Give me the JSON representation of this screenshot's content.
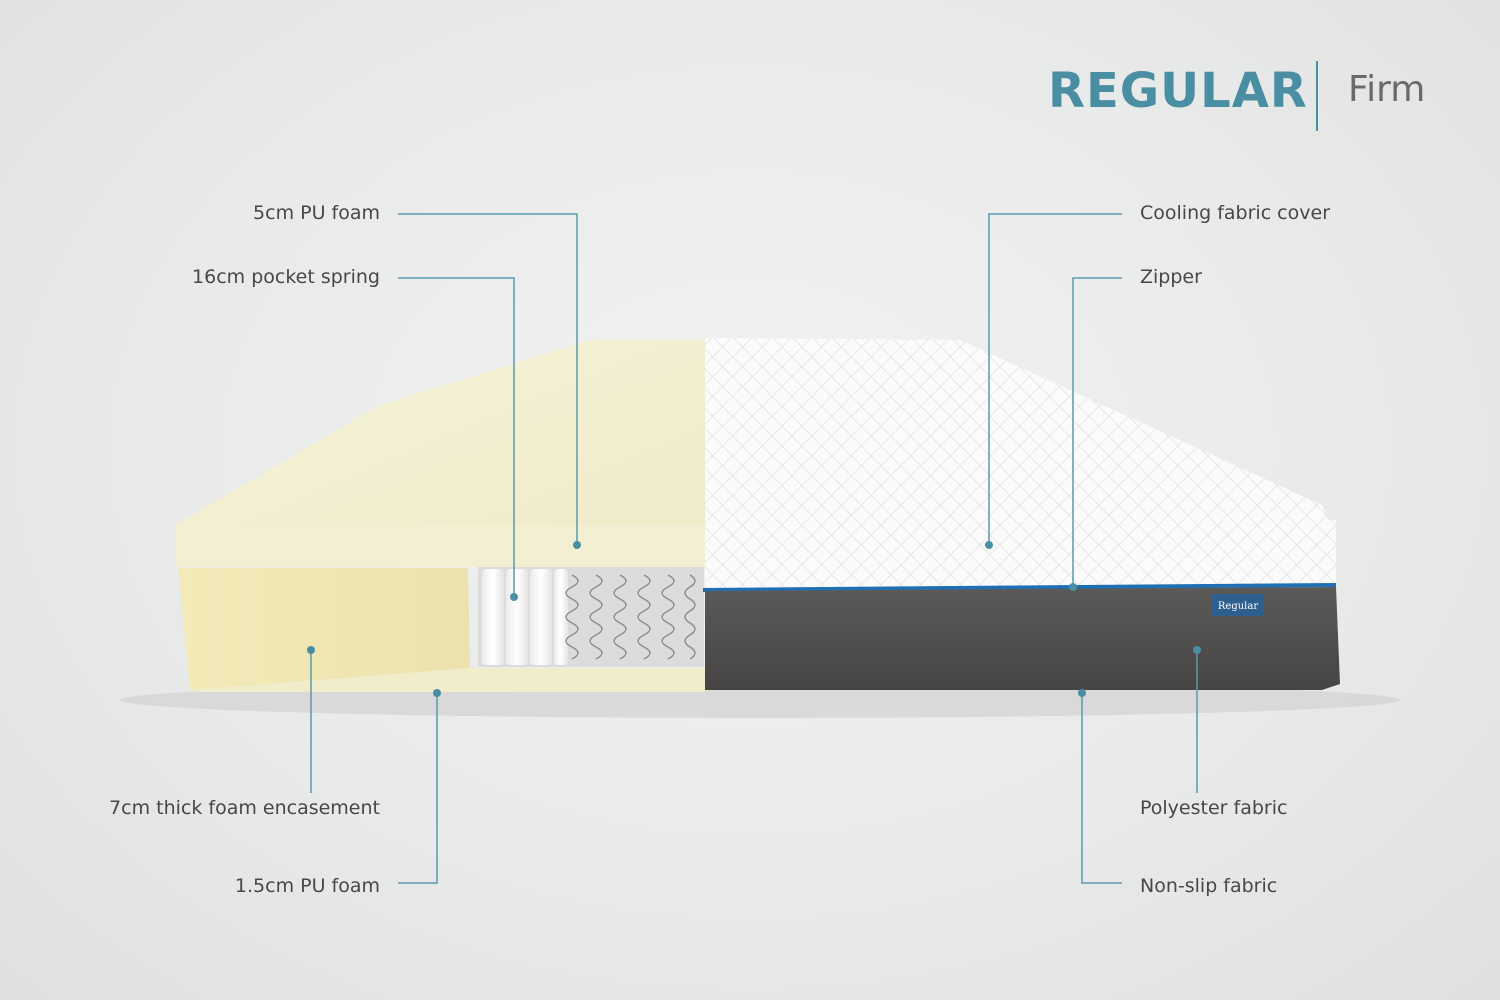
{
  "title": {
    "main": "REGULAR",
    "sub": "Firm"
  },
  "colors": {
    "accent": "#4a8ea3",
    "leader": "#5b9aac",
    "foam_top": "#f5f2d9",
    "foam_side": "#efe9c0",
    "cover": "#fbfbfb",
    "base_fabric": "#555351",
    "zipper": "#1f6fb5"
  },
  "tag_text": "Regular",
  "labels": {
    "pu_foam_5cm": "5cm PU foam",
    "pocket_spring": "16cm pocket spring",
    "foam_encasement": "7cm thick foam encasement",
    "pu_foam_1_5cm": "1.5cm PU foam",
    "cooling_cover": "Cooling fabric cover",
    "zipper": "Zipper",
    "polyester": "Polyester fabric",
    "non_slip": "Non-slip fabric"
  }
}
